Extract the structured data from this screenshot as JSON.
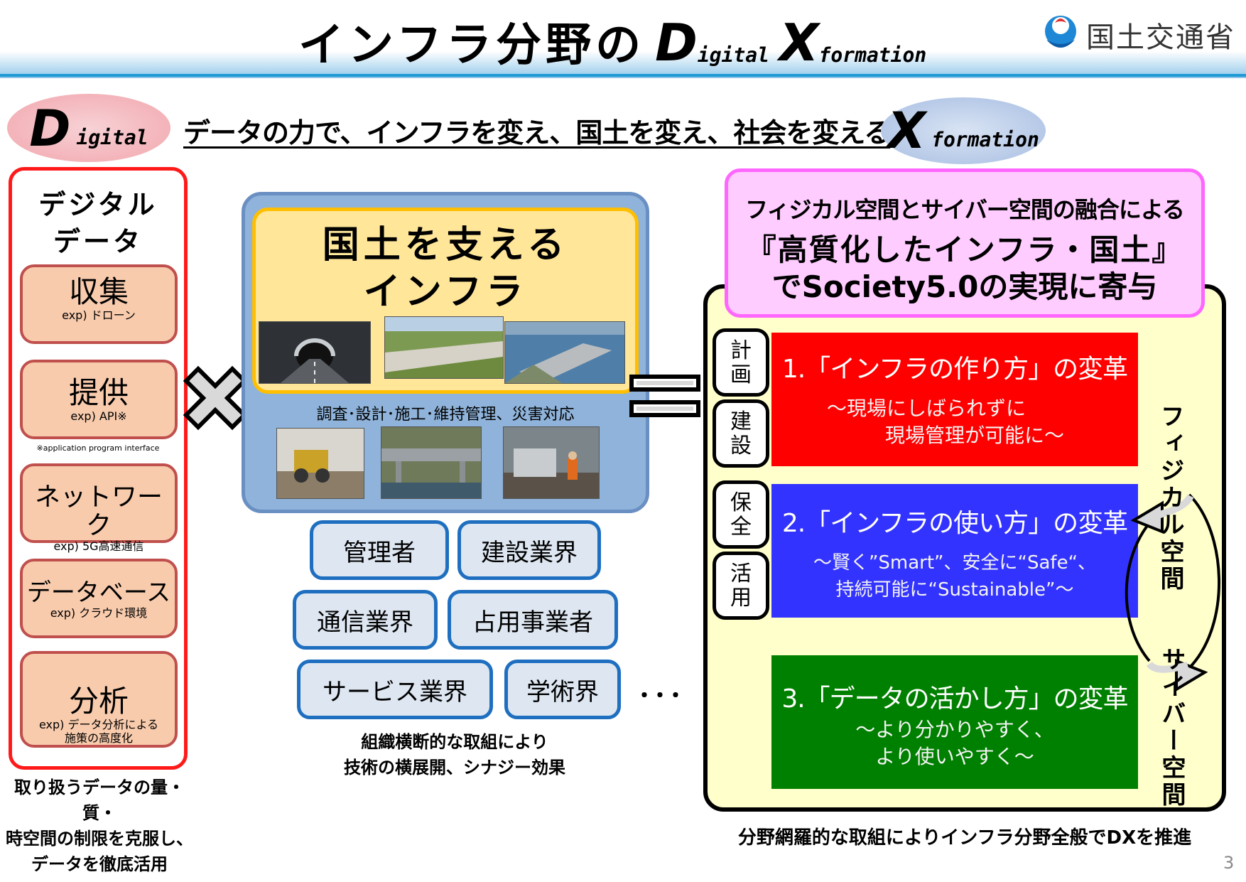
{
  "header": {
    "title_jp": "インフラ分野の",
    "title_d": "D",
    "title_igital": "igital",
    "title_x": "X",
    "title_formation": "formation",
    "logo_text": "国土交通省"
  },
  "subheader": {
    "digital_big": "D",
    "digital_small": "igital",
    "slogan": "データの力で、インフラを変え、国土を変え、社会を変える",
    "xform_big": "X",
    "xform_small": "formation"
  },
  "left": {
    "title_line1": "デジタル",
    "title_line2": "データ",
    "items": [
      {
        "main": "収集",
        "sub": "exp) ドローン"
      },
      {
        "main": "提供",
        "sub": "exp) API※"
      },
      {
        "main": "ネットワーク",
        "sub": "exp) 5G高速通信"
      },
      {
        "main": "データベース",
        "sub": "exp) クラウド環境"
      },
      {
        "main": "分析",
        "sub": "exp) データ分析による",
        "sub2": "施策の高度化"
      }
    ],
    "footnote": "※application program interface",
    "caption_line1": "取り扱うデータの量・質・",
    "caption_line2": "時空間の制限を克服し、",
    "caption_line3": "データを徹底活用"
  },
  "middle": {
    "title_line1": "国土を支える",
    "title_line2": "インフラ",
    "caption": "調査･設計･施工･維持管理、災害対応",
    "orgs": [
      "管理者",
      "建設業界",
      "通信業界",
      "占用事業者",
      "サービス業界",
      "学術界"
    ],
    "dots": "･･･",
    "bottom_line1": "組織横断的な取組により",
    "bottom_line2": "技術の横展開、シナジー効果"
  },
  "right": {
    "top_line1": "フィジカル空間とサイバー空間の融合による",
    "top_line2": "『高質化したインフラ・国土』",
    "top_line3": "でSociety5.0の実現に寄与",
    "phases": [
      "計画",
      "建設",
      "保全",
      "活用"
    ],
    "dx": [
      {
        "heading": "1.「インフラの作り方」の変革",
        "desc1": "～現場にしばられずに",
        "desc2": "現場管理が可能に～",
        "color": "#ff0000"
      },
      {
        "heading": "2.「インフラの使い方」の変革",
        "desc1": "～賢く”Smart”、安全に“Safe“、",
        "desc2": "持続可能に“Sustainable”～",
        "color": "#3333ff"
      },
      {
        "heading": "3.「データの活かし方」の変革",
        "desc1": "～より分かりやすく、",
        "desc2": "より使いやすく～",
        "color": "#008000"
      }
    ],
    "physical_label": "フィジカル空間",
    "cyber_label": "サイバー空間",
    "caption": "分野網羅的な取組によりインフラ分野全般でDXを推進"
  },
  "page_number": "3"
}
